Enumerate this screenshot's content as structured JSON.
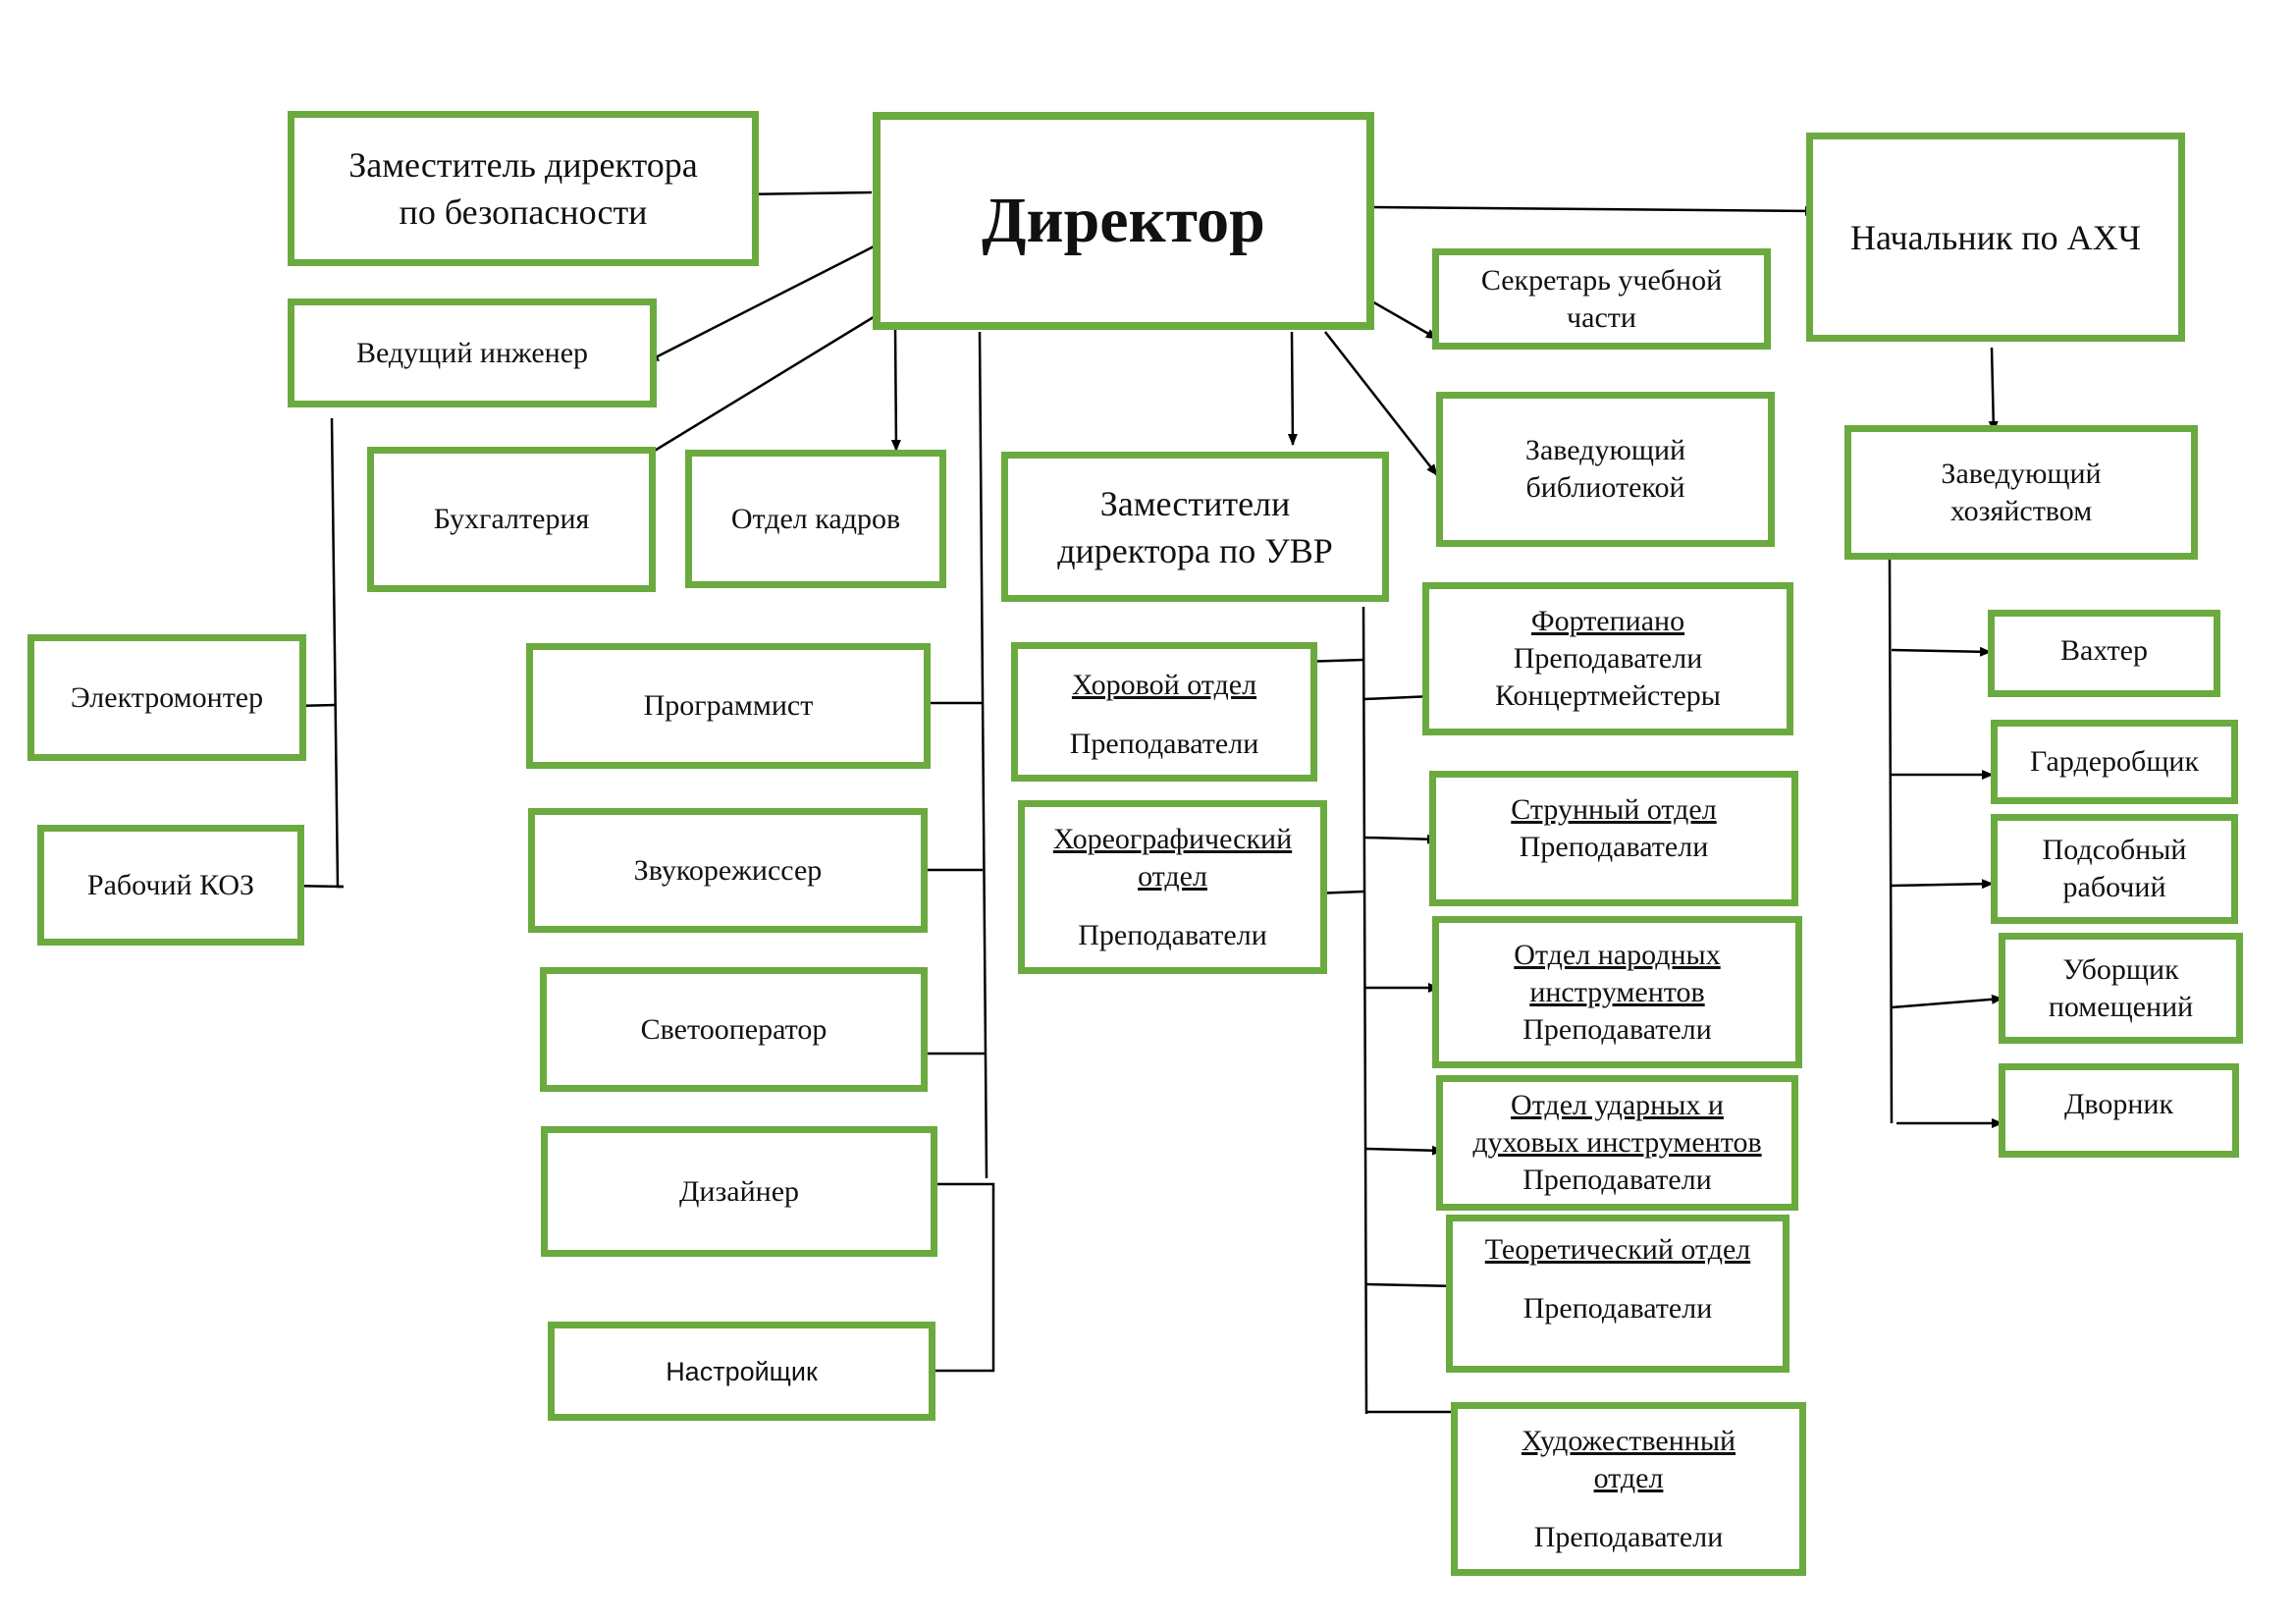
{
  "nodes": {
    "director": "Директор",
    "deputy_security": [
      "Заместитель директора",
      "по безопасности"
    ],
    "lead_engineer": "Ведущий инженер",
    "accounting": "Бухгалтерия",
    "hr": "Отдел кадров",
    "electrician": "Электромонтер",
    "worker_koz": "Рабочий КОЗ",
    "programmer": "Программист",
    "sound_engineer": "Звукорежиссер",
    "light_operator": "Светооператор",
    "designer": "Дизайнер",
    "tuner": "Настройщик",
    "deputy_uvr": [
      "Заместители",
      "директора по УВР"
    ],
    "secretary": [
      "Секретарь учебной",
      "части"
    ],
    "librarian": [
      "Заведующий",
      "библиотекой"
    ],
    "head_ahch": "Начальник по АХЧ",
    "household_head": [
      "Заведующий",
      "хозяйством"
    ],
    "watchman": "Вахтер",
    "cloakroom": "Гардеробщик",
    "handyman": [
      "Подсобный",
      "рабочий"
    ],
    "cleaner": [
      "Уборщик",
      "помещений"
    ],
    "janitor": "Дворник"
  },
  "departments": {
    "choir": {
      "title": "Хоровой отдел",
      "staff": "Преподаватели"
    },
    "choreo": {
      "title": [
        "Хореографический",
        "отдел"
      ],
      "staff": "Преподаватели"
    },
    "piano": {
      "title": "Фортепиано",
      "staff": [
        "Преподаватели",
        "Концертмейстеры"
      ]
    },
    "strings": {
      "title": "Струнный отдел",
      "staff": "Преподаватели"
    },
    "folk": {
      "title": [
        "Отдел народных",
        "инструментов"
      ],
      "staff": "Преподаватели"
    },
    "percussion": {
      "title": [
        "Отдел ударных и",
        "духовых инструментов"
      ],
      "staff": "Преподаватели"
    },
    "theory": {
      "title": "Теоретический отдел",
      "staff": "Преподаватели"
    },
    "art": {
      "title": [
        "Художественный",
        "отдел"
      ],
      "staff": "Преподаватели"
    }
  },
  "colors": {
    "box_border": "#6aaa3f",
    "line": "#000000",
    "text": "#111111"
  }
}
